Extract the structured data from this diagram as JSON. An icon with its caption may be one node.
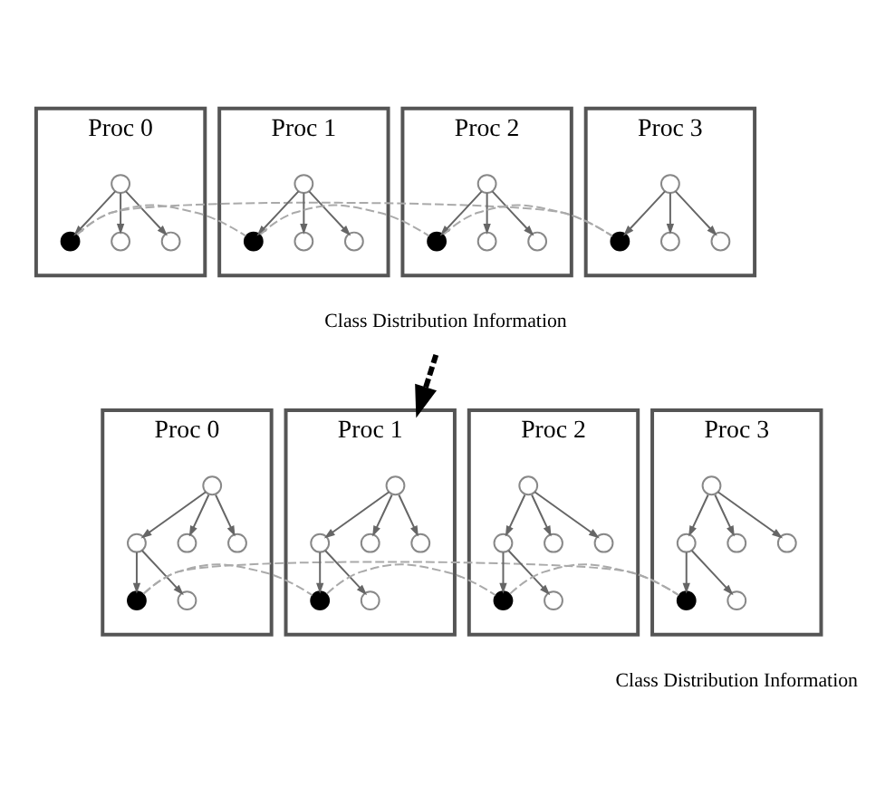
{
  "diagram": {
    "nodes": [
      {
        "text": [
          "Proc 0"
        ]
      },
      {
        "text": [],
        "shape": "circle",
        "in": 0
      },
      {
        "text": [],
        "shape": "dot",
        "in": 0
      },
      {
        "text": [],
        "shape": "circle",
        "in": 0
      },
      {
        "text": [],
        "shape": "circle",
        "in": 0
      },
      {
        "text": [
          "Proc 1"
        ]
      },
      {
        "text": [],
        "shape": "circle",
        "in": 5
      },
      {
        "text": [],
        "shape": "dot",
        "in": 5
      },
      {
        "text": [],
        "shape": "circle",
        "in": 5
      },
      {
        "text": [],
        "shape": "circle",
        "in": 5
      },
      {
        "text": [
          "Proc 2"
        ]
      },
      {
        "text": [],
        "shape": "circle",
        "in": 10
      },
      {
        "text": [],
        "shape": "dot",
        "in": 10
      },
      {
        "text": [],
        "shape": "circle",
        "in": 10
      },
      {
        "text": [],
        "shape": "circle",
        "in": 10
      },
      {
        "text": [
          "Proc 3"
        ]
      },
      {
        "text": [],
        "shape": "circle",
        "in": 15
      },
      {
        "text": [],
        "shape": "dot",
        "in": 15
      },
      {
        "text": [],
        "shape": "circle",
        "in": 15
      },
      {
        "text": [],
        "shape": "circle",
        "in": 15
      },
      {
        "text": [
          "Class Distribution Information"
        ]
      },
      {
        "text": [
          "Proc 0"
        ]
      },
      {
        "text": [],
        "shape": "circle",
        "in": 21
      },
      {
        "text": [],
        "shape": "circle",
        "in": 21
      },
      {
        "text": [],
        "shape": "circle",
        "in": 21
      },
      {
        "text": [],
        "shape": "circle",
        "in": 21
      },
      {
        "text": [],
        "shape": "dot",
        "in": 21
      },
      {
        "text": [],
        "shape": "circle",
        "in": 21
      },
      {
        "text": [
          "Proc 1"
        ]
      },
      {
        "text": [],
        "shape": "circle",
        "in": 28
      },
      {
        "text": [],
        "shape": "circle",
        "in": 28
      },
      {
        "text": [],
        "shape": "circle",
        "in": 28
      },
      {
        "text": [],
        "shape": "circle",
        "in": 28
      },
      {
        "text": [],
        "shape": "dot",
        "in": 28
      },
      {
        "text": [],
        "shape": "circle",
        "in": 28
      },
      {
        "text": [
          "Proc 2"
        ]
      },
      {
        "text": [],
        "shape": "circle",
        "in": 35
      },
      {
        "text": [],
        "shape": "circle",
        "in": 35
      },
      {
        "text": [],
        "shape": "circle",
        "in": 35
      },
      {
        "text": [],
        "shape": "circle",
        "in": 35
      },
      {
        "text": [],
        "shape": "dot",
        "in": 35
      },
      {
        "text": [],
        "shape": "circle",
        "in": 35
      },
      {
        "text": [
          "Proc 3"
        ]
      },
      {
        "text": [],
        "shape": "circle",
        "in": 42
      },
      {
        "text": [],
        "shape": "circle",
        "in": 42
      },
      {
        "text": [],
        "shape": "circle",
        "in": 42
      },
      {
        "text": [],
        "shape": "circle",
        "in": 42
      },
      {
        "text": [],
        "shape": "dot",
        "in": 42
      },
      {
        "text": [],
        "shape": "circle",
        "in": 42
      }
    ],
    "edges": [
      {
        "from": 1,
        "to": 2,
        "arrow": "to"
      },
      {
        "from": 1,
        "to": 3,
        "arrow": "to"
      },
      {
        "from": 1,
        "to": 4,
        "arrow": "to"
      },
      {
        "from": 6,
        "to": 7,
        "arrow": "to"
      },
      {
        "from": 6,
        "to": 8,
        "arrow": "to"
      },
      {
        "from": 6,
        "to": 9,
        "arrow": "to"
      },
      {
        "from": 11,
        "to": 12,
        "arrow": "to"
      },
      {
        "from": 11,
        "to": 13,
        "arrow": "to"
      },
      {
        "from": 11,
        "to": 14,
        "arrow": "to"
      },
      {
        "from": 16,
        "to": 17,
        "arrow": "to"
      },
      {
        "from": 16,
        "to": 18,
        "arrow": "to"
      },
      {
        "from": 16,
        "to": 19,
        "arrow": "to"
      },
      {
        "from": 2,
        "to": 7,
        "arrow": "none",
        "style": "dashed",
        "color": "#aaaaaa"
      },
      {
        "from": 7,
        "to": 12,
        "arrow": "none",
        "style": "dashed",
        "color": "#aaaaaa"
      },
      {
        "from": 12,
        "to": 17,
        "arrow": "none",
        "style": "dashed",
        "color": "#aaaaaa"
      },
      {
        "from": 2,
        "to": 17,
        "arrow": "none",
        "style": "dashed",
        "color": "#aaaaaa"
      },
      {
        "from": 20,
        "to": 28,
        "arrow": "to",
        "style": "dashed",
        "color": "#000000"
      },
      {
        "from": 22,
        "to": 23,
        "arrow": "to"
      },
      {
        "from": 22,
        "to": 24,
        "arrow": "to"
      },
      {
        "from": 22,
        "to": 25,
        "arrow": "to"
      },
      {
        "from": 23,
        "to": 26,
        "arrow": "to"
      },
      {
        "from": 23,
        "to": 27,
        "arrow": "to"
      },
      {
        "from": 29,
        "to": 30,
        "arrow": "to"
      },
      {
        "from": 29,
        "to": 31,
        "arrow": "to"
      },
      {
        "from": 29,
        "to": 32,
        "arrow": "to"
      },
      {
        "from": 30,
        "to": 33,
        "arrow": "to"
      },
      {
        "from": 30,
        "to": 34,
        "arrow": "to"
      },
      {
        "from": 36,
        "to": 37,
        "arrow": "to"
      },
      {
        "from": 36,
        "to": 38,
        "arrow": "to"
      },
      {
        "from": 36,
        "to": 39,
        "arrow": "to"
      },
      {
        "from": 37,
        "to": 40,
        "arrow": "to"
      },
      {
        "from": 37,
        "to": 41,
        "arrow": "to"
      },
      {
        "from": 43,
        "to": 44,
        "arrow": "to"
      },
      {
        "from": 43,
        "to": 45,
        "arrow": "to"
      },
      {
        "from": 43,
        "to": 46,
        "arrow": "to"
      },
      {
        "from": 44,
        "to": 47,
        "arrow": "to"
      },
      {
        "from": 44,
        "to": 48,
        "arrow": "to"
      },
      {
        "from": 26,
        "to": 33,
        "arrow": "none",
        "style": "dashed",
        "color": "#aaaaaa"
      },
      {
        "from": 33,
        "to": 40,
        "arrow": "none",
        "style": "dashed",
        "color": "#aaaaaa"
      },
      {
        "from": 40,
        "to": 47,
        "arrow": "none",
        "style": "dashed",
        "color": "#aaaaaa"
      },
      {
        "from": 26,
        "to": 47,
        "arrow": "none",
        "style": "dashed",
        "color": "#aaaaaa"
      }
    ],
    "labels": [
      "Class Distribution Information"
    ]
  }
}
